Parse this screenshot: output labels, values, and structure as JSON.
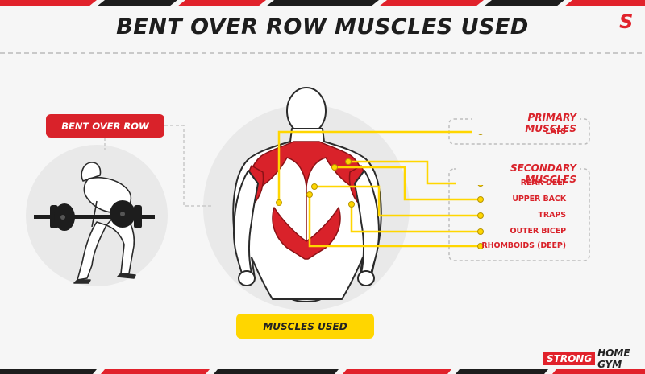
{
  "title": "BENT OVER ROW MUSCLES USED",
  "brand_mark": "S",
  "exercise_label": "BENT OVER ROW",
  "muscles_used_label": "MUSCLES USED",
  "primary": {
    "heading": "PRIMARY MUSCLES",
    "items": [
      "LATS"
    ]
  },
  "secondary": {
    "heading": "SECONDARY MUSCLES",
    "items": [
      "REAR DELT",
      "UPPER BACK",
      "TRAPS",
      "OUTER BICEP",
      "RHOMBOIDS (DEEP)"
    ]
  },
  "footer": {
    "strong": "STRONG",
    "rest": "HOME GYM"
  },
  "colors": {
    "accent_red": "#d9222a",
    "leader_yellow": "#ffd600",
    "dark": "#1d1d1d"
  }
}
